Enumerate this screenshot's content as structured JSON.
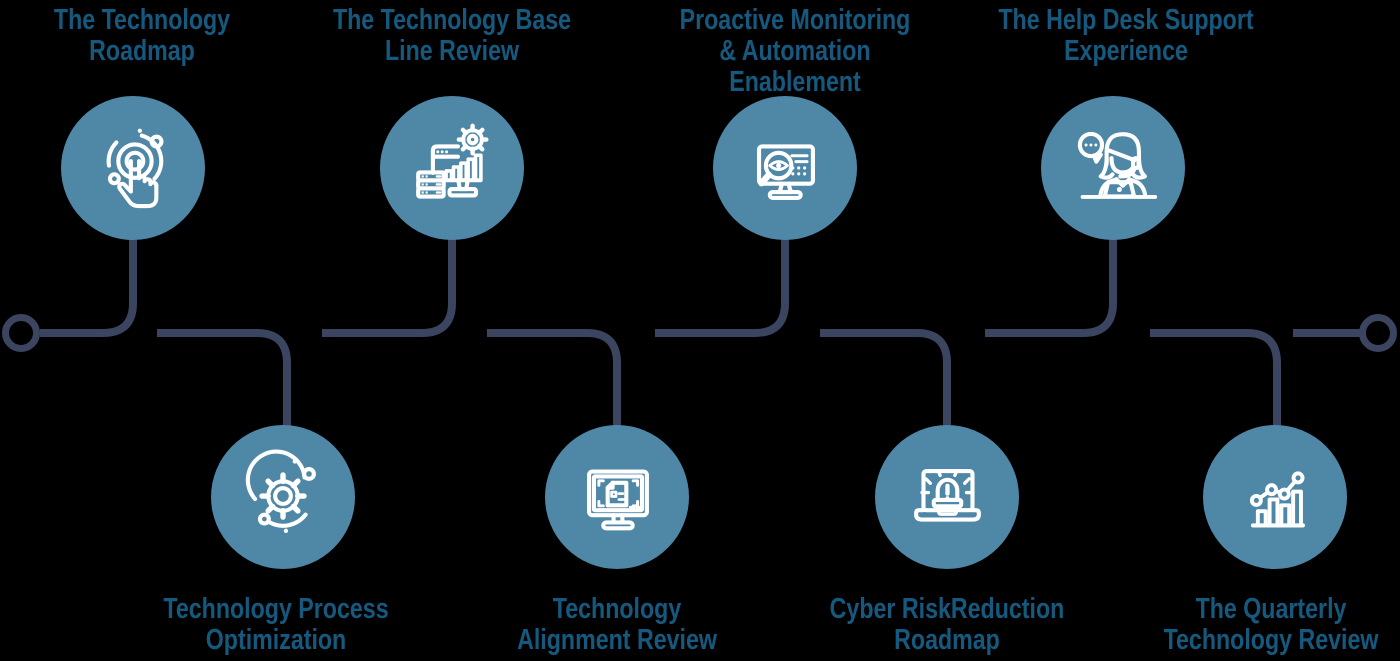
{
  "background": "#000000",
  "colors": {
    "circle_fill": "#4F87A7",
    "connector_line": "#3B4560",
    "label_text": "#16597F",
    "icon_stroke": "#FFFFFF"
  },
  "connector": {
    "left_marker": "ring-icon",
    "right_marker": "ring-icon"
  },
  "nodes": [
    {
      "row": "top",
      "icon": "touch-gesture-icon",
      "label_line1": "The Technology",
      "label_line2": "Roadmap"
    },
    {
      "row": "bottom",
      "icon": "gear-orbit-icon",
      "label_line1": "Technology Process",
      "label_line2": "Optimization"
    },
    {
      "row": "top",
      "icon": "server-analytics-gear-icon",
      "label_line1": "The Technology Base",
      "label_line2": "Line Review"
    },
    {
      "row": "bottom",
      "icon": "document-monitor-icon",
      "label_line1": "Technology",
      "label_line2": "Alignment Review"
    },
    {
      "row": "top",
      "icon": "monitor-eye-magnifier-icon",
      "label_line1": "Proactive Monitoring",
      "label_line2": "& Automation Enablement"
    },
    {
      "row": "bottom",
      "icon": "alert-laptop-icon",
      "label_line1": "Cyber RiskReduction",
      "label_line2": "Roadmap"
    },
    {
      "row": "top",
      "icon": "support-agent-icon",
      "label_line1": "The Help Desk Support",
      "label_line2": "Experience"
    },
    {
      "row": "bottom",
      "icon": "bar-chart-trend-icon",
      "label_line1": "The Quarterly",
      "label_line2": "Technology Review"
    }
  ]
}
